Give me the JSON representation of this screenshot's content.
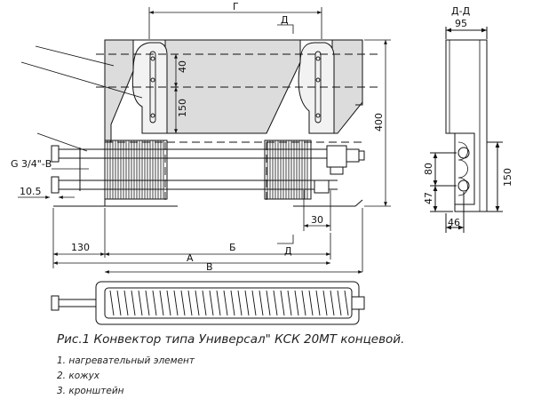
{
  "dimensions": {
    "g": "Г",
    "d_top": "Д",
    "d_bottom": "Д",
    "section": "Д-Д",
    "w95": "95",
    "d40": "40",
    "d150_bracket": "150",
    "d400": "400",
    "d80": "80",
    "d47": "47",
    "d150_side": "150",
    "d46": "46",
    "thread": "G 3/4\"-В",
    "d10_5": "10.5",
    "d130": "130",
    "b": "Б",
    "d30": "30",
    "a": "А",
    "v": "В"
  },
  "caption": {
    "title": "Рис.1 Конвектор типа Универсал\" КСК 20МТ концевой.",
    "items": [
      "1. нагревательный элемент",
      "2. кожух",
      "3. кронштейн"
    ]
  },
  "colors": {
    "ink": "#111111",
    "panel_fill": "#dddddd",
    "bracket_fill": "#f0f0f0"
  }
}
